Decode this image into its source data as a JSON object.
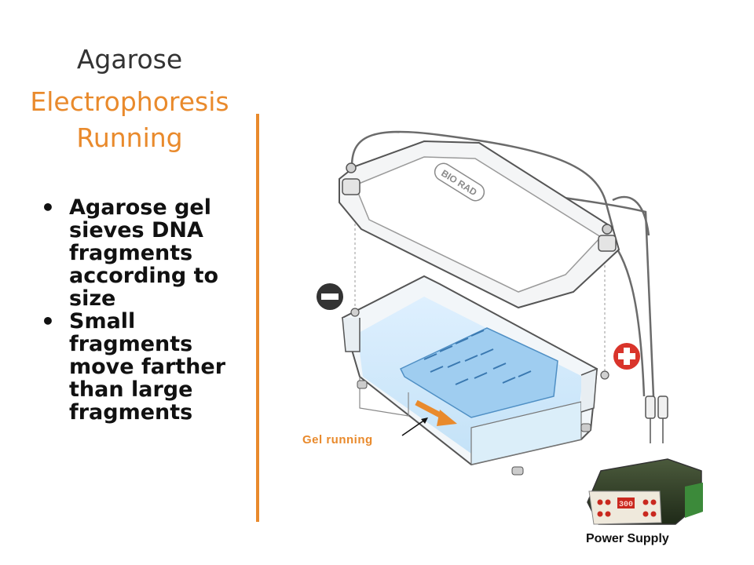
{
  "title": {
    "line1": "Agarose",
    "line2": "Electrophoresis",
    "line3": "Running"
  },
  "bullets": [
    "Agarose gel sieves DNA fragments according to size",
    "Small fragments move farther than large fragments"
  ],
  "diagram": {
    "lid_brand": "BIO RAD",
    "gel_label": "Gel running",
    "power_label": "Power Supply",
    "power_display": "300",
    "negative_symbol": "−",
    "positive_symbol": "+"
  },
  "colors": {
    "accent": "#e98a2c",
    "electrode_negative": "#333333",
    "electrode_positive": "#d9342b",
    "buffer": "#cfe6f7",
    "gel": "#9fcdf0"
  }
}
